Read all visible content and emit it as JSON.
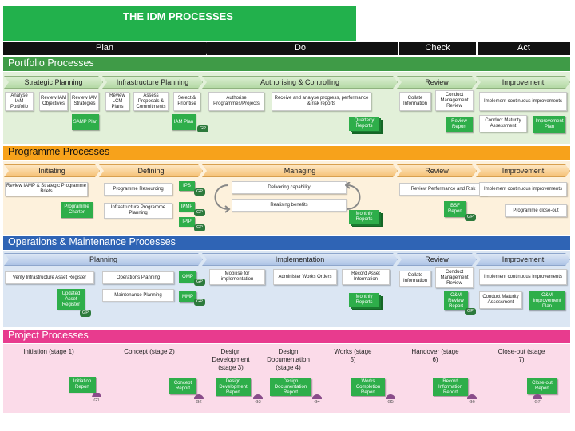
{
  "title": "THE  IDM  PROCESSES",
  "phases": {
    "plan": "Plan",
    "do": "Do",
    "check": "Check",
    "act": "Act"
  },
  "portfolio": {
    "label": "Portfolio Processes",
    "headers": {
      "strategic": "Strategic Planning",
      "infrastructure": "Infrastructure Planning",
      "authorising": "Authorising & Controlling",
      "review": "Review",
      "improvement": "Improvement"
    },
    "boxes": {
      "analyse": "Analyse IAM Portfolio",
      "review_objectives": "Review IAM Objectives",
      "review_strategies": "Review IAM Strategies",
      "review_lcm": "Review LCM Plans",
      "assess": "Assess Proposals & Commitments",
      "select": "Select & Prioritise",
      "authorise": "Authorise Programmes/Projects",
      "receive": "Receive and analyse progress, performance & risk reports",
      "collate": "Collate Information",
      "conduct": "Conduct Management Review",
      "implement": "Implement continuous improvements",
      "maturity": "Conduct Maturity Assessment"
    },
    "docs": {
      "samp": "SAMP Plan",
      "iam_plan": "IAM Plan",
      "quarterly": "Quarterly Reports",
      "review_report": "Review Report",
      "improvement_plan": "Improvement Plan"
    },
    "gates": {
      "gp1": "GP"
    }
  },
  "programme": {
    "label": "Programme Processes",
    "headers": {
      "initiating": "Initiating",
      "defining": "Defining",
      "managing": "Managing",
      "review": "Review",
      "improvement": "Improvement"
    },
    "boxes": {
      "review_iamp": "Review IAMP & Strategic Programme Briefs",
      "resourcing": "Programme Resourcing",
      "delivering": "Delivering capability",
      "realising": "Realising benefits",
      "review_perf": "Review Performance and Risk",
      "implement": "Implement continuous improvements",
      "infra_planning": "Infrastructure Programme Planning",
      "closeout": "Programme close-out"
    },
    "docs": {
      "charter": "Programme Charter",
      "monthly": "Monthly Reports",
      "bsf": "BSF Report"
    },
    "tags": {
      "ips": "IPS",
      "ipmp": "IPMP",
      "ipip": "IPIP"
    },
    "gates": {
      "gp": "GP"
    }
  },
  "om": {
    "label": "Operations & Maintenance Processes",
    "headers": {
      "planning": "Planning",
      "implementation": "Implementation",
      "review": "Review",
      "improvement": "Improvement"
    },
    "boxes": {
      "verify": "Verify Infrastructure Asset Register",
      "ops_planning": "Operations Planning",
      "maint_planning": "Maintenance Planning",
      "mobilise": "Mobilise for implementation",
      "administer": "Administer Works Orders",
      "record": "Record Asset Information",
      "collate": "Collate Information",
      "conduct": "Conduct Management Review",
      "implement": "Implement continuous improvements",
      "maturity": "Conduct Maturity Assessment"
    },
    "docs": {
      "register": "Updated Asset Register",
      "monthly": "Monthly Reports",
      "om_review": "O&M Review Report",
      "om_improve": "O&M Improvement Plan"
    },
    "tags": {
      "omp": "OMP",
      "mmp": "MMP"
    },
    "gates": {
      "gp": "GP"
    }
  },
  "project": {
    "label": "Project Processes",
    "stages": {
      "initiation": "Initiation (stage 1)",
      "concept": "Concept (stage 2)",
      "design_dev": "Design Development (stage 3)",
      "design_doc": "Design Documentation (stage 4)",
      "works": "Works (stage 5)",
      "handover": "Handover (stage 6)",
      "closeout": "Close-out (stage 7)"
    },
    "docs": {
      "initiation": "Initiation Report",
      "concept": "Concept Report",
      "design_dev": "Design Development Report",
      "design_doc": "Design Documentation Report",
      "works": "Works Completion Report",
      "record": "Record Information Report",
      "closeout": "Close-out Report"
    },
    "gates": {
      "g1": "G1",
      "g2": "G2",
      "g3": "G3",
      "g4": "G4",
      "g5": "G5",
      "g6": "G6",
      "g7": "G7"
    }
  },
  "colors": {
    "green": "#3f9b47",
    "orange": "#f7a21b",
    "blue": "#2f64b5",
    "pink": "#e83b8e",
    "title_green": "#22b14c"
  }
}
